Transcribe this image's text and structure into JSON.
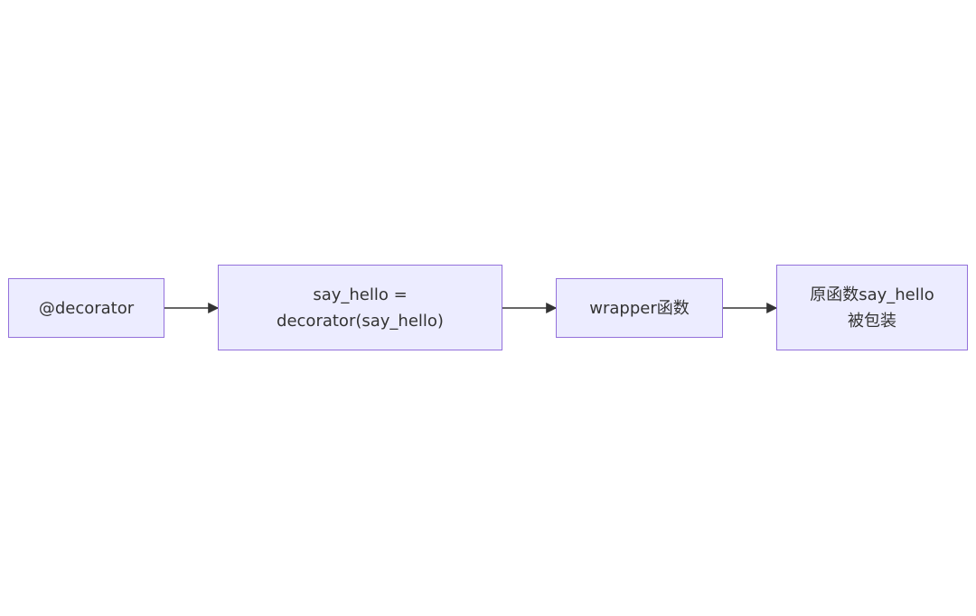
{
  "diagram": {
    "nodes": [
      {
        "id": "n1",
        "lines": [
          "@decorator"
        ]
      },
      {
        "id": "n2",
        "lines": [
          "say_hello =",
          "decorator(say_hello)"
        ]
      },
      {
        "id": "n3",
        "lines": [
          "wrapper函数"
        ]
      },
      {
        "id": "n4",
        "lines": [
          "原函数say_hello",
          "被包装"
        ]
      }
    ],
    "edges": [
      {
        "from": "n1",
        "to": "n2"
      },
      {
        "from": "n2",
        "to": "n3"
      },
      {
        "from": "n3",
        "to": "n4"
      }
    ],
    "colors": {
      "node_fill": "#ECECFF",
      "node_border": "#9370DB",
      "text": "#333333",
      "edge": "#333333",
      "background": "#FFFFFF"
    }
  }
}
